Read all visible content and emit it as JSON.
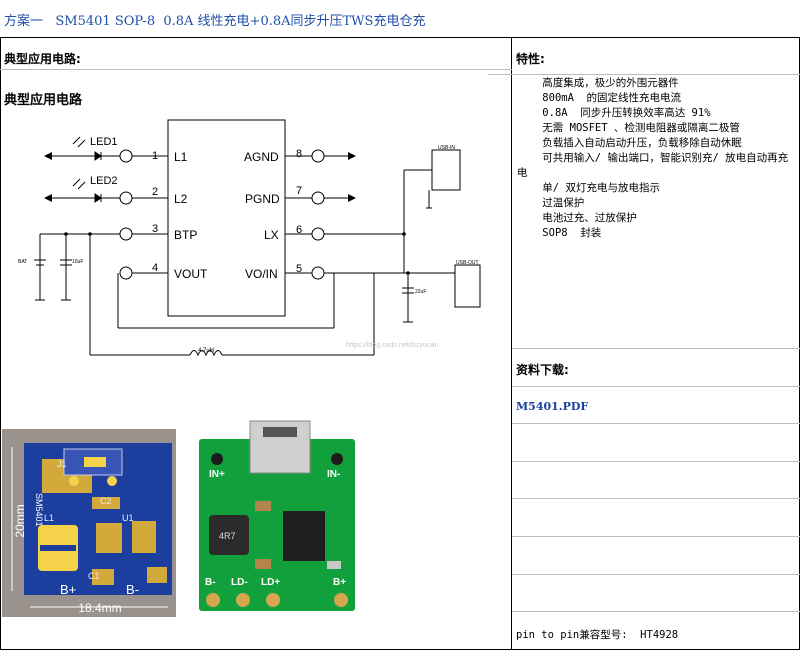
{
  "title": "方案一   SM5401 SOP-8  0.8A 线性充电+0.8A同步升压TWS充电仓充",
  "left_header": "典型应用电路:",
  "left_subheader": "典型应用电路",
  "right_header": "特性:",
  "features": [
    "    高度集成，极少的外围元器件",
    "    800mA  的固定线性充电电流",
    "    0.8A  同步升压转换效率高达 91%",
    "    无需 MOSFET 、检测电阻器或隔离二极管",
    "    负载插入自动启动升压，负载移除自动休眠",
    "    可共用输入/ 输出端口，智能识别充/ 放电自动再充电",
    "    单/ 双灯充电与放电指示",
    "    过温保护",
    "    电池过充、过放保护",
    "    SOP8  封装"
  ],
  "download_header": "资料下载:",
  "download_link": "M5401.PDF",
  "compat_text": "pin to pin兼容型号:  HT4928",
  "schematic": {
    "pins_left": [
      {
        "num": "1",
        "name": "L1"
      },
      {
        "num": "2",
        "name": "L2"
      },
      {
        "num": "3",
        "name": "BTP"
      },
      {
        "num": "4",
        "name": "VOUT"
      }
    ],
    "pins_right": [
      {
        "num": "8",
        "name": "AGND"
      },
      {
        "num": "7",
        "name": "PGND"
      },
      {
        "num": "6",
        "name": "LX"
      },
      {
        "num": "5",
        "name": "VO/IN"
      }
    ],
    "led1": "LED1",
    "led2": "LED2",
    "inductor": "4.7uH",
    "cap_in": "10uF",
    "cap_out": "22uF",
    "bat": "BAT",
    "usb_in": "USB-IN",
    "usb_out": "USB-OUT",
    "watermark": "https://blog.csdn.net/txzyucan"
  },
  "pcb_layout": {
    "chip": "SM5401",
    "width": "18.4mm",
    "height": "20mm",
    "labels": [
      "J1",
      "C2",
      "U1",
      "L1",
      "C1",
      "B+",
      "B-"
    ]
  },
  "pcb_photo": {
    "labels": [
      "IN+",
      "IN-",
      "B-",
      "LD-",
      "LD+",
      "B+",
      "4R7"
    ]
  }
}
